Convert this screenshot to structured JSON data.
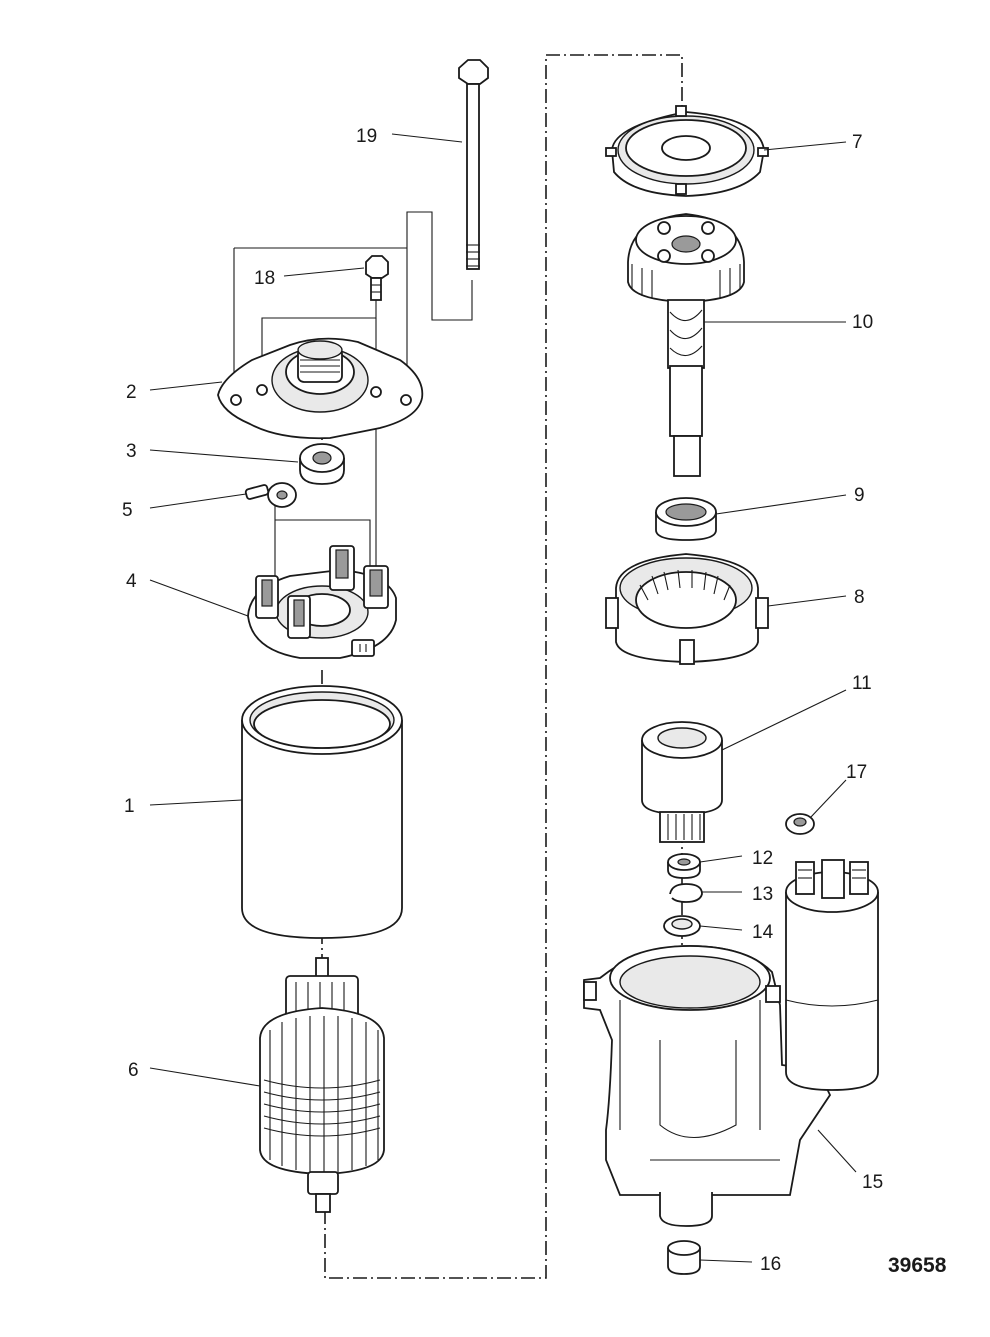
{
  "figure_number": "39658",
  "callouts": [
    {
      "id": "1",
      "label": "1"
    },
    {
      "id": "2",
      "label": "2"
    },
    {
      "id": "3",
      "label": "3"
    },
    {
      "id": "4",
      "label": "4"
    },
    {
      "id": "5",
      "label": "5"
    },
    {
      "id": "6",
      "label": "6"
    },
    {
      "id": "7",
      "label": "7"
    },
    {
      "id": "8",
      "label": "8"
    },
    {
      "id": "9",
      "label": "9"
    },
    {
      "id": "10",
      "label": "10"
    },
    {
      "id": "11",
      "label": "11"
    },
    {
      "id": "12",
      "label": "12"
    },
    {
      "id": "13",
      "label": "13"
    },
    {
      "id": "14",
      "label": "14"
    },
    {
      "id": "15",
      "label": "15"
    },
    {
      "id": "16",
      "label": "16"
    },
    {
      "id": "17",
      "label": "17"
    },
    {
      "id": "18",
      "label": "18"
    },
    {
      "id": "19",
      "label": "19"
    }
  ]
}
